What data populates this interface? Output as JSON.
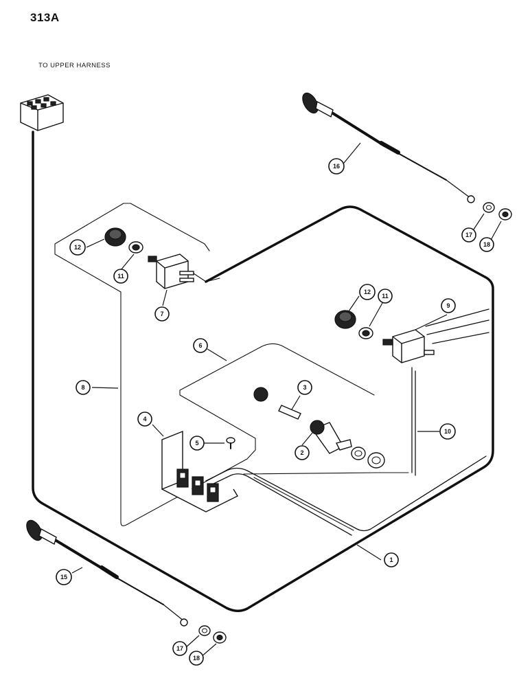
{
  "page": {
    "number": "313A"
  },
  "labels": {
    "to_upper_harness": "TO UPPER HARNESS"
  },
  "callouts": [
    {
      "id": "1",
      "name": "callout-1"
    },
    {
      "id": "2",
      "name": "callout-2"
    },
    {
      "id": "3",
      "name": "callout-3"
    },
    {
      "id": "4",
      "name": "callout-4"
    },
    {
      "id": "5",
      "name": "callout-5"
    },
    {
      "id": "6",
      "name": "callout-6"
    },
    {
      "id": "7",
      "name": "callout-7"
    },
    {
      "id": "8",
      "name": "callout-8"
    },
    {
      "id": "9",
      "name": "callout-9"
    },
    {
      "id": "10",
      "name": "callout-10"
    },
    {
      "id": "11",
      "name": "callout-11-upper-left"
    },
    {
      "id": "11",
      "name": "callout-11-right"
    },
    {
      "id": "12",
      "name": "callout-12-upper-left"
    },
    {
      "id": "12",
      "name": "callout-12-right"
    },
    {
      "id": "15",
      "name": "callout-15"
    },
    {
      "id": "16",
      "name": "callout-16"
    },
    {
      "id": "17",
      "name": "callout-17-upper"
    },
    {
      "id": "17",
      "name": "callout-17-lower"
    },
    {
      "id": "18",
      "name": "callout-18-upper"
    },
    {
      "id": "18",
      "name": "callout-18-lower"
    }
  ]
}
